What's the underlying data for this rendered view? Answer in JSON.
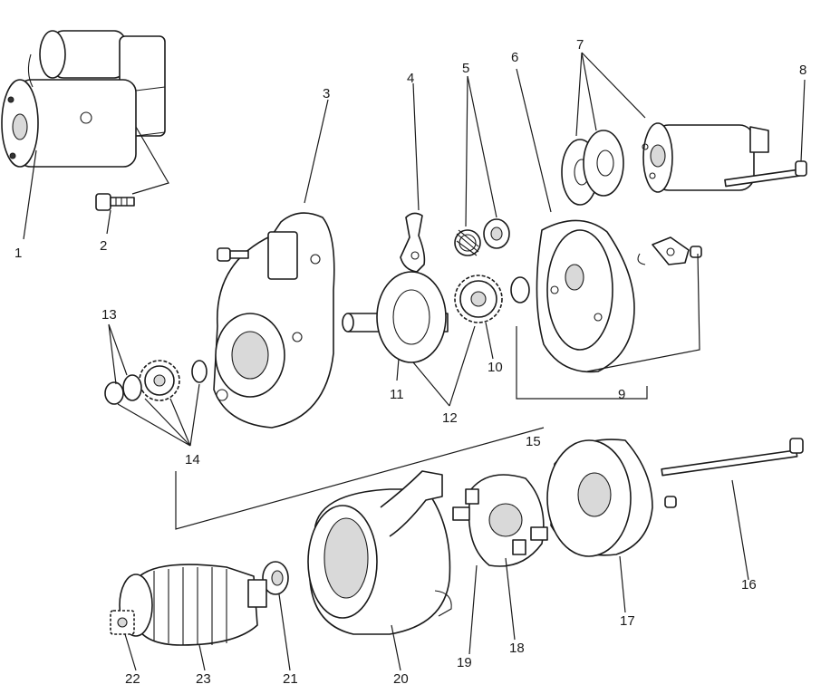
{
  "diagram": {
    "callouts": [
      "1",
      "2",
      "3",
      "4",
      "5",
      "6",
      "7",
      "8",
      "9",
      "10",
      "11",
      "12",
      "13",
      "14",
      "15",
      "16",
      "17",
      "18",
      "19",
      "20",
      "21",
      "22",
      "23"
    ],
    "parts": [
      {
        "id": "1",
        "label": "1"
      },
      {
        "id": "2",
        "label": "2"
      },
      {
        "id": "3",
        "label": "3"
      },
      {
        "id": "4",
        "label": "4"
      },
      {
        "id": "5",
        "label": "5"
      },
      {
        "id": "6",
        "label": "6"
      },
      {
        "id": "7",
        "label": "7"
      },
      {
        "id": "8",
        "label": "8"
      },
      {
        "id": "9",
        "label": "9"
      },
      {
        "id": "10",
        "label": "10"
      },
      {
        "id": "11",
        "label": "11"
      },
      {
        "id": "12",
        "label": "12"
      },
      {
        "id": "13",
        "label": "13"
      },
      {
        "id": "14",
        "label": "14"
      },
      {
        "id": "15",
        "label": "15"
      },
      {
        "id": "16",
        "label": "16"
      },
      {
        "id": "17",
        "label": "17"
      },
      {
        "id": "18",
        "label": "18"
      },
      {
        "id": "19",
        "label": "19"
      },
      {
        "id": "20",
        "label": "20"
      },
      {
        "id": "21",
        "label": "21"
      },
      {
        "id": "22",
        "label": "22"
      },
      {
        "id": "23",
        "label": "23"
      }
    ]
  }
}
